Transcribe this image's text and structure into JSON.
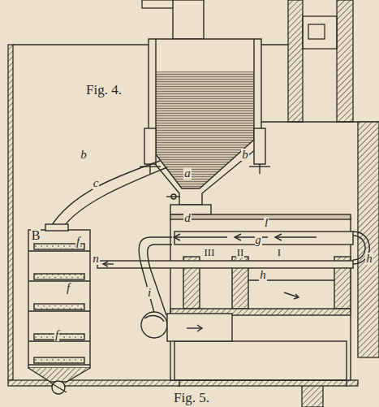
{
  "diagram": {
    "labels": [
      "Fig. 4.",
      "b",
      "b",
      "a",
      "c",
      "d",
      "B",
      "l",
      "III",
      "II",
      "g",
      "I",
      "h",
      "f",
      "n",
      "h",
      "f",
      "i",
      "f",
      "Fig. 5."
    ]
  }
}
